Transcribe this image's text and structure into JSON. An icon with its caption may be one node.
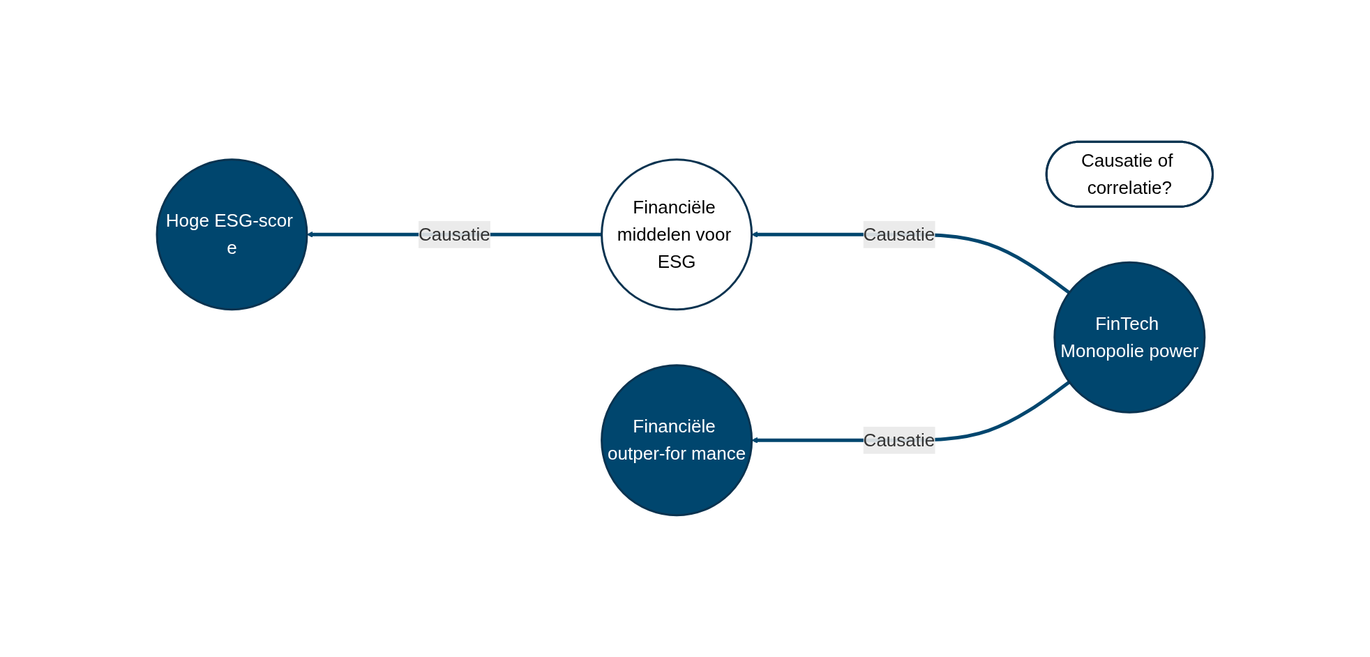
{
  "diagram": {
    "nodes": [
      {
        "text": [
          "Hoge ESG-scor e"
        ]
      },
      {
        "text": [
          "Financiële middelen voor ESG"
        ]
      },
      {
        "text": [
          "Causatie of correlatie?"
        ]
      },
      {
        "text": [
          "FinTech Monopolie power"
        ]
      },
      {
        "text": [
          "Financiële outper-for mance"
        ]
      }
    ],
    "edges": [
      {
        "from": 1,
        "to": 0,
        "arrow": "to",
        "label": "Causatie"
      },
      {
        "from": 3,
        "to": 1,
        "arrow": "to",
        "label": "Causatie"
      },
      {
        "from": 3,
        "to": 4,
        "arrow": "to",
        "label": "Causatie"
      }
    ]
  }
}
